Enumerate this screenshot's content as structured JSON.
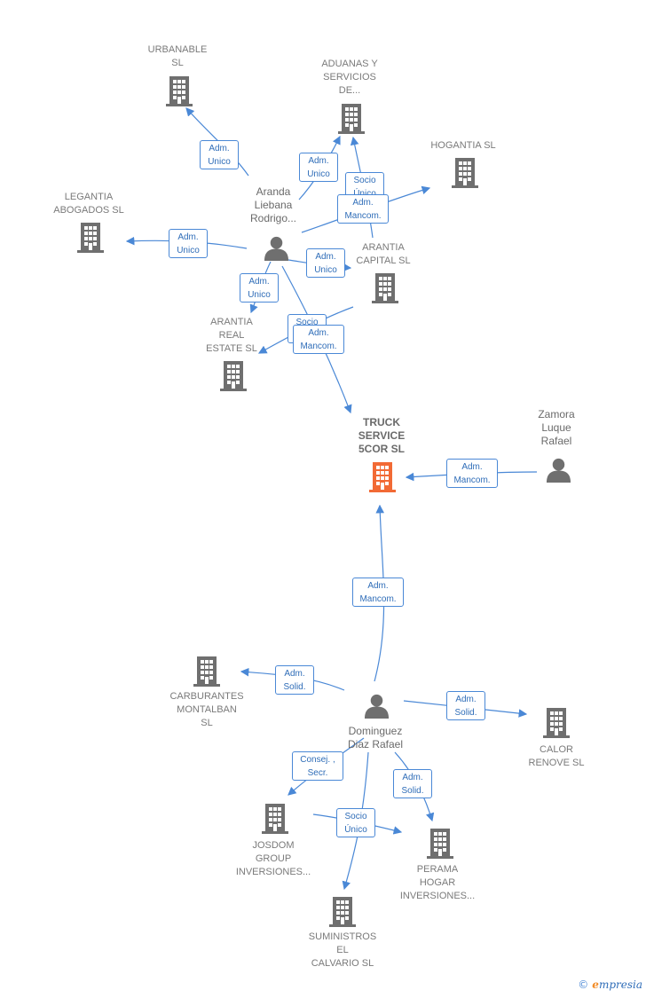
{
  "nodes": {
    "urbanable": "URBANABLE\nSL",
    "aduanas": "ADUANAS Y\nSERVICIOS\nDE...",
    "hogantia": "HOGANTIA  SL",
    "legantia": "LEGANTIA\nABOGADOS  SL",
    "aranda": "Aranda\nLiebana\nRodrigo...",
    "arantia_capital": "ARANTIA\nCAPITAL  SL",
    "arantia_real": "ARANTIA\nREAL\nESTATE  SL",
    "truck": "TRUCK\nSERVICE\n5COR  SL",
    "zamora": "Zamora\nLuque\nRafael",
    "carburantes": "CARBURANTES\nMONTALBAN\nSL",
    "dominguez": "Dominguez\nDiaz Rafael",
    "calor": "CALOR\nRENOVE SL",
    "josdom": "JOSDOM\nGROUP\nINVERSIONES...",
    "perama": "PERAMA\nHOGAR\nINVERSIONES...",
    "suministros": "SUMINISTROS\nEL\nCALVARIO SL"
  },
  "edges": {
    "e1": "Adm.\nUnico",
    "e2": "Adm.\nUnico",
    "e3": "Socio\nÚnico",
    "e4": "Adm.\nMancom.",
    "e5": "Adm.\nUnico",
    "e6": "Adm.\nUnico",
    "e7": "Adm.\nUnico",
    "e8": "Socio",
    "e9": "Adm.\nMancom.",
    "e10": "Adm.\nMancom.",
    "e11": "Adm.\nMancom.",
    "e12": "Adm.\nSolid.",
    "e13": "Adm.\nSolid.",
    "e14": "Consej. ,\nSecr.",
    "e15": "Adm.\nSolid.",
    "e16": "Socio\nÚnico"
  },
  "colors": {
    "edge": "#4a88d6",
    "company_icon": "#6f6f6f",
    "focus_icon": "#f26a35",
    "person_icon": "#6f6f6f"
  },
  "footer": {
    "copyright": "©",
    "brand_e": "e",
    "brand_rest": "mpresia"
  }
}
